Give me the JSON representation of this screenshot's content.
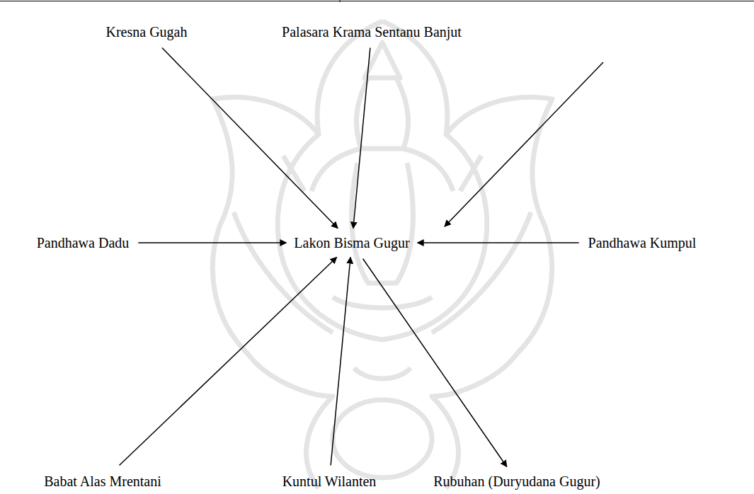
{
  "diagram": {
    "nodes": [
      {
        "text": [
          "Kresna Gugah"
        ]
      },
      {
        "text": [
          "Palasara Krama Sentanu Banjut"
        ]
      },
      {
        "text": [
          "Pandhawa Dadu"
        ]
      },
      {
        "text": [
          "Lakon Bisma Gugur"
        ]
      },
      {
        "text": [
          "Pandhawa Kumpul"
        ]
      },
      {
        "text": [
          "Babat Alas Mrentani"
        ]
      },
      {
        "text": [
          "Kuntul Wilanten"
        ]
      },
      {
        "text": [
          "Rubuhan (Duryudana Gugur)"
        ]
      }
    ],
    "edges": [
      {
        "from": 0,
        "to": 3,
        "arrow": "to"
      },
      {
        "from": 1,
        "to": 3,
        "arrow": "to"
      },
      {
        "from": 2,
        "to": 3,
        "arrow": "to"
      },
      {
        "from": 4,
        "to": 3,
        "arrow": "to"
      },
      {
        "from": 5,
        "to": 3,
        "arrow": "to"
      },
      {
        "from": 6,
        "to": 3,
        "arrow": "to"
      },
      {
        "from": 3,
        "to": 7,
        "arrow": "to"
      }
    ]
  }
}
